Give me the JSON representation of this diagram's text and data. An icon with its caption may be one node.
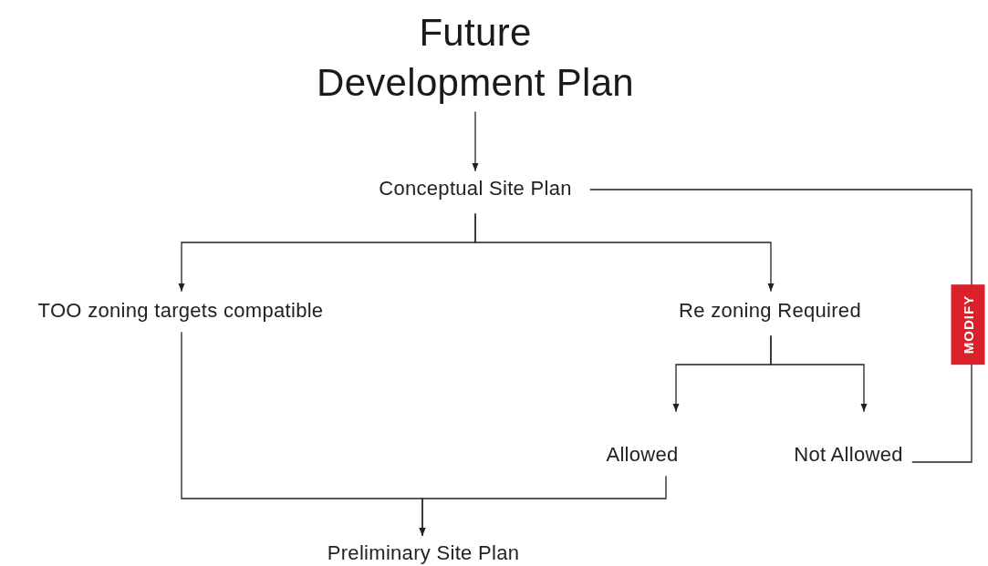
{
  "diagram": {
    "nodes": [
      {
        "text": [
          "Future Development Plan"
        ]
      },
      {
        "text": [
          "Conceptual Site Plan"
        ]
      },
      {
        "text": [
          "TOO zoning targets compatible"
        ]
      },
      {
        "text": [
          "Re zoning Required"
        ]
      },
      {
        "text": [
          "Allowed"
        ]
      },
      {
        "text": [
          "Not Allowed"
        ]
      },
      {
        "text": [
          "Preliminary Site Plan"
        ]
      }
    ],
    "edges": [
      {
        "from": 0,
        "to": 1,
        "arrow": "to"
      },
      {
        "from": 1,
        "to": 2,
        "arrow": "to"
      },
      {
        "from": 1,
        "to": 3,
        "arrow": "to"
      },
      {
        "from": 3,
        "to": 4,
        "arrow": "to"
      },
      {
        "from": 3,
        "to": 5,
        "arrow": "to"
      },
      {
        "from": 2,
        "to": 6,
        "arrow": "to"
      },
      {
        "from": 4,
        "to": 6,
        "arrow": "to"
      },
      {
        "from": 5,
        "to": 1,
        "arrow": "none",
        "label": "MODIFY"
      }
    ]
  }
}
